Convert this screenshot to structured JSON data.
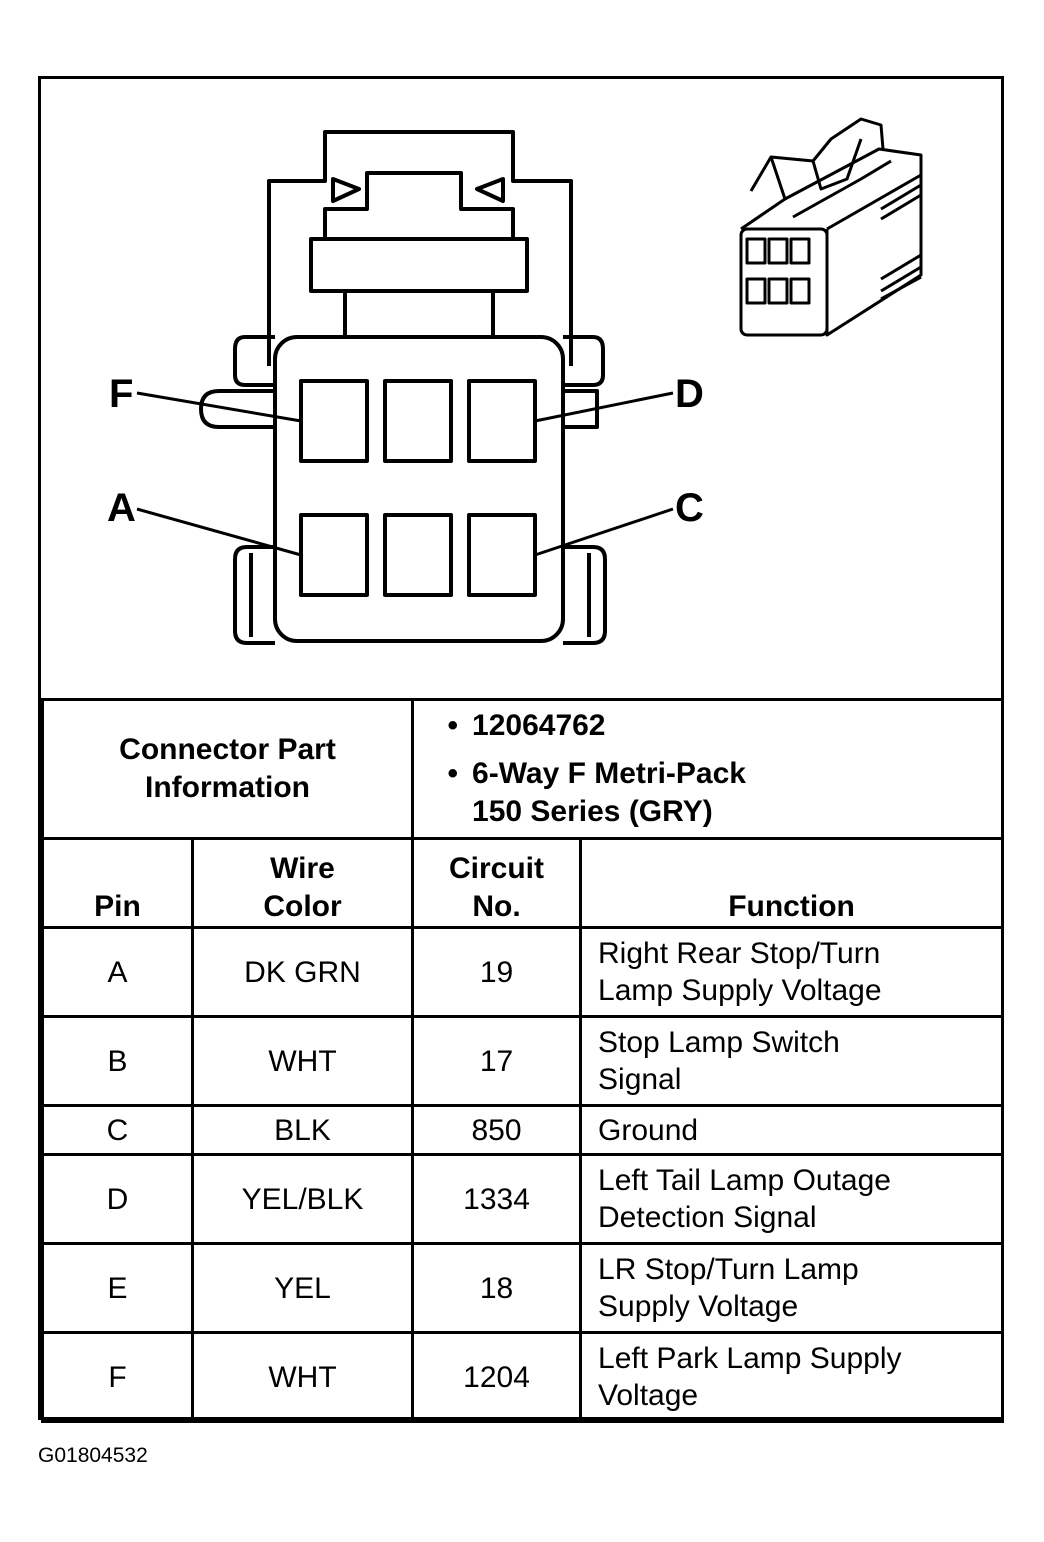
{
  "diagram": {
    "pin_labels": {
      "F": "F",
      "A": "A",
      "D": "D",
      "C": "C"
    }
  },
  "connector_info": {
    "heading_line1": "Connector Part",
    "heading_line2": "Information",
    "items": [
      {
        "line1": "12064762",
        "line2": ""
      },
      {
        "line1": "6-Way F Metri-Pack",
        "line2": "150 Series (GRY)"
      }
    ]
  },
  "table": {
    "headers": {
      "pin": "Pin",
      "wire_line1": "Wire",
      "wire_line2": "Color",
      "circuit_line1": "Circuit",
      "circuit_line2": "No.",
      "function": "Function"
    },
    "rows": [
      {
        "pin": "A",
        "color": "DK GRN",
        "circuit": "19",
        "func1": "Right Rear Stop/Turn",
        "func2": "Lamp Supply Voltage"
      },
      {
        "pin": "B",
        "color": "WHT",
        "circuit": "17",
        "func1": "Stop Lamp Switch",
        "func2": "Signal"
      },
      {
        "pin": "C",
        "color": "BLK",
        "circuit": "850",
        "func1": "Ground",
        "func2": ""
      },
      {
        "pin": "D",
        "color": "YEL/BLK",
        "circuit": "1334",
        "func1": "Left Tail Lamp Outage",
        "func2": "Detection Signal"
      },
      {
        "pin": "E",
        "color": "YEL",
        "circuit": "18",
        "func1": "LR Stop/Turn Lamp",
        "func2": "Supply Voltage"
      },
      {
        "pin": "F",
        "color": "WHT",
        "circuit": "1204",
        "func1": "Left Park Lamp Supply",
        "func2": "Voltage"
      }
    ]
  },
  "figure_id": "G01804532"
}
